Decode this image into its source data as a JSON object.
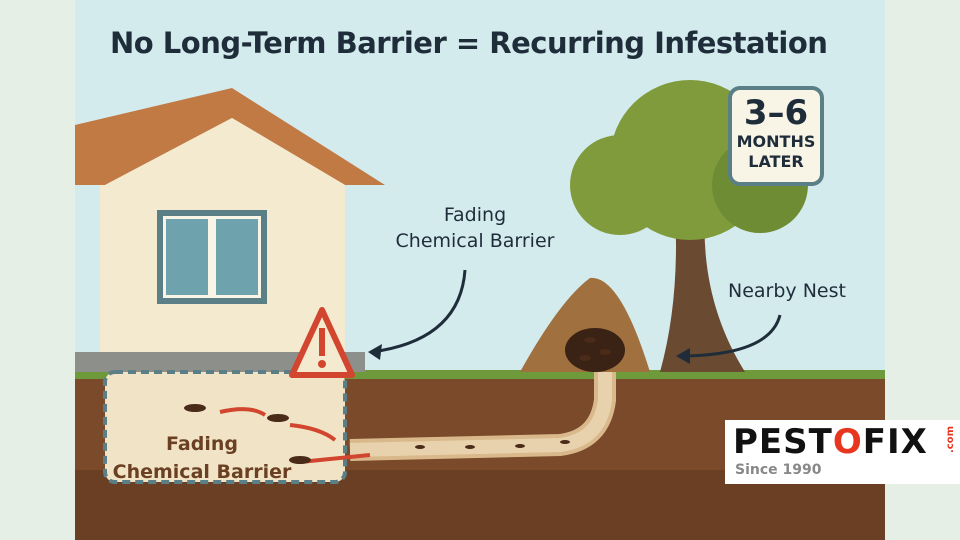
{
  "title": "No Long-Term Barrier = Recurring Infestation",
  "labels": {
    "fading_top": [
      "Fading",
      "Chemical Barrier"
    ],
    "nearby_nest": "Nearby Nest",
    "fading_inside": [
      "Fading",
      "Chemical Barrier"
    ]
  },
  "badge": {
    "big": "3–6",
    "line1": "MONTHS",
    "line2": "LATER"
  },
  "logo": {
    "brand_a": "PEST",
    "brand_o": "O",
    "brand_b": "FIX",
    "com": ".com",
    "since": "Since 1990"
  },
  "icons": [
    "warning-triangle-icon",
    "termite-icon"
  ],
  "colors": {
    "sky": "#d4ebee",
    "soil": "#7b4a2b",
    "grass": "#6f9a3c",
    "roof": "#c27a45",
    "warning": "#d2452f",
    "logo_accent": "#e8351f"
  }
}
